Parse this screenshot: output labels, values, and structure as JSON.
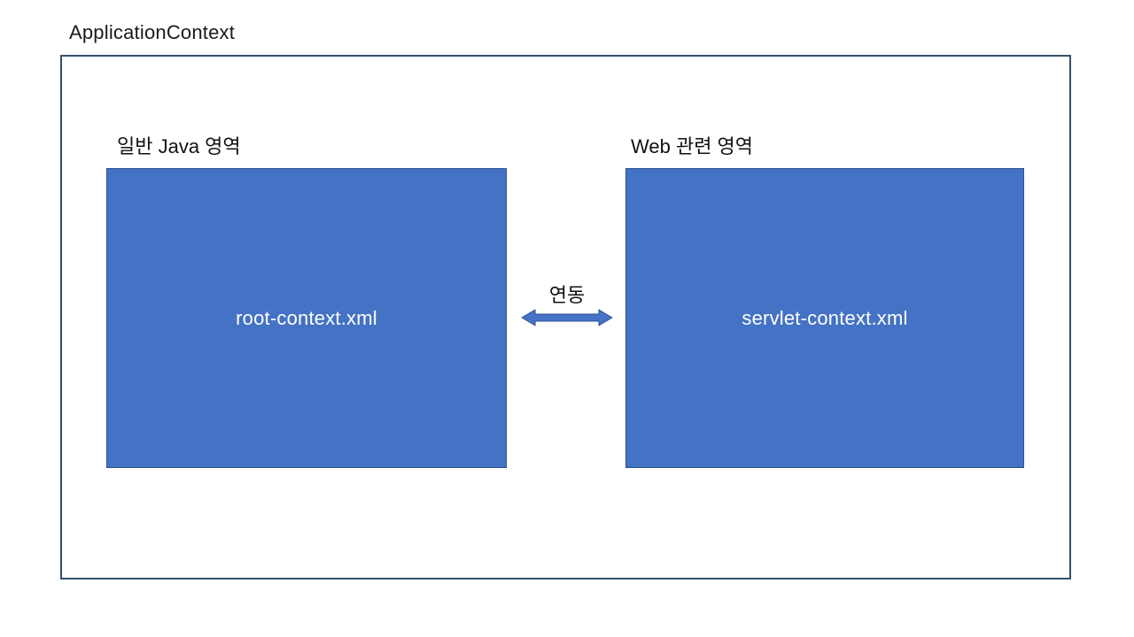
{
  "title": "ApplicationContext",
  "diagram": {
    "left_region": {
      "label": "일반 Java 영역",
      "box_text": "root-context.xml"
    },
    "right_region": {
      "label": "Web 관련 영역",
      "box_text": "servlet-context.xml"
    },
    "connector": {
      "label": "연동",
      "type": "double-headed-arrow"
    },
    "colors": {
      "box_fill": "#4472c4",
      "box_border": "#2f528f",
      "box_text": "#ffffff",
      "container_border": "#35506b",
      "arrow_fill": "#4472c4",
      "arrow_border": "#2f528f",
      "text": "#111111",
      "background": "#ffffff"
    }
  }
}
